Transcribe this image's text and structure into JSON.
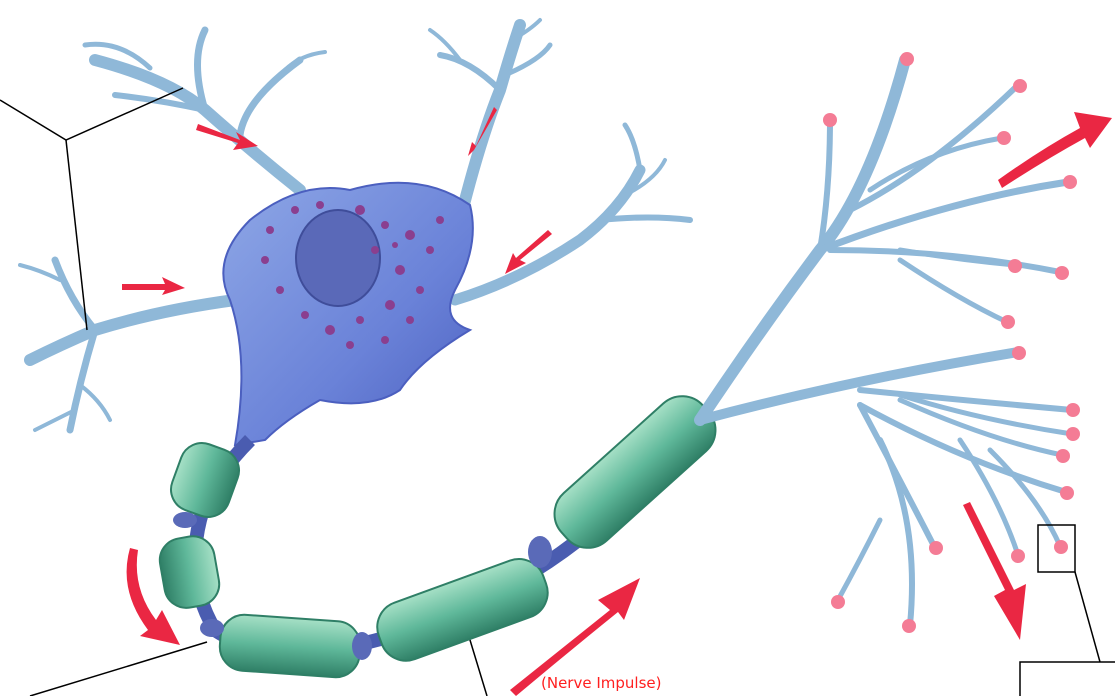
{
  "diagram": {
    "caption": "(Nerve Impulse)",
    "colors": {
      "dendrite": "#8fb8d8",
      "dendrite_edge": "#5d8fb8",
      "cell_body": "#6a82d8",
      "nucleus": "#5a69b8",
      "nissl": "#8a3f8f",
      "myelin": "#5fb89a",
      "myelin_edge": "#2f7f66",
      "node": "#5a6ab8",
      "terminal": "#f47c95",
      "arrow": "#ea2743",
      "caption": "#ff1f1f",
      "leader_line": "#000000"
    },
    "icons": [
      "impulse-arrow",
      "axon-terminal",
      "leader-line",
      "label-box"
    ]
  }
}
